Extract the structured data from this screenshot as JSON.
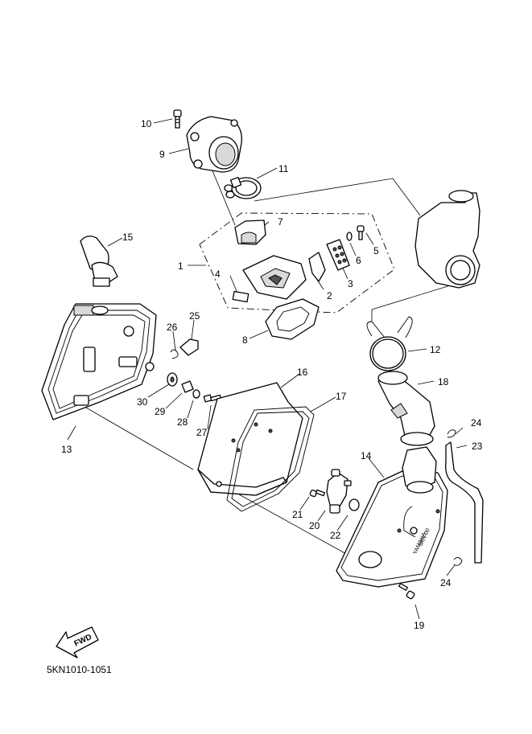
{
  "diagram": {
    "callouts": [
      {
        "id": "1",
        "text": "1"
      },
      {
        "id": "2",
        "text": "2"
      },
      {
        "id": "3",
        "text": "3"
      },
      {
        "id": "4",
        "text": "4"
      },
      {
        "id": "5",
        "text": "5"
      },
      {
        "id": "6",
        "text": "6"
      },
      {
        "id": "7",
        "text": "7"
      },
      {
        "id": "8",
        "text": "8"
      },
      {
        "id": "9",
        "text": "9"
      },
      {
        "id": "10",
        "text": "10"
      },
      {
        "id": "11",
        "text": "11"
      },
      {
        "id": "12",
        "text": "12"
      },
      {
        "id": "13",
        "text": "13"
      },
      {
        "id": "14",
        "text": "14"
      },
      {
        "id": "15",
        "text": "15"
      },
      {
        "id": "16",
        "text": "16"
      },
      {
        "id": "17",
        "text": "17"
      },
      {
        "id": "18",
        "text": "18"
      },
      {
        "id": "19",
        "text": "19"
      },
      {
        "id": "20",
        "text": "20"
      },
      {
        "id": "21",
        "text": "21"
      },
      {
        "id": "22",
        "text": "22"
      },
      {
        "id": "23",
        "text": "23"
      },
      {
        "id": "24a",
        "text": "24"
      },
      {
        "id": "24b",
        "text": "24"
      },
      {
        "id": "25",
        "text": "25"
      },
      {
        "id": "26",
        "text": "26"
      },
      {
        "id": "27",
        "text": "27"
      },
      {
        "id": "28",
        "text": "28"
      },
      {
        "id": "29",
        "text": "29"
      },
      {
        "id": "30",
        "text": "30"
      }
    ],
    "fwd_label": "FWD",
    "case_marking_1": "5KN-00",
    "case_marking_2": "YAMAHA",
    "doc_code": "5KN1010-1051"
  }
}
